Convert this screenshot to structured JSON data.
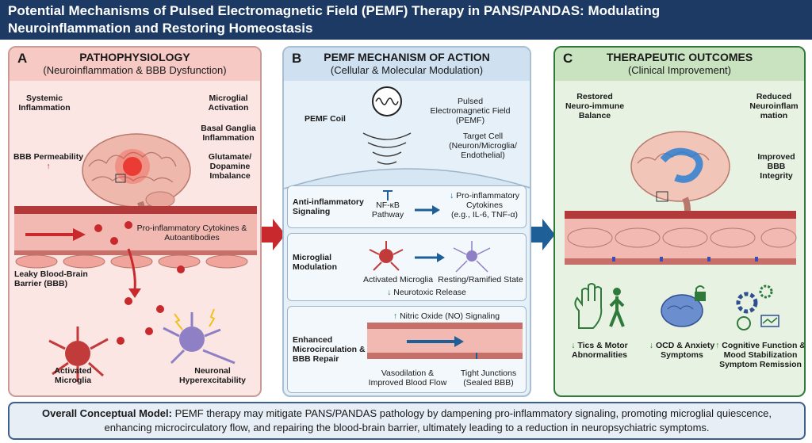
{
  "title_line1": "Potential Mechanisms of Pulsed Electromagnetic Field (PEMF) Therapy in PANS/PANDAS: Modulating",
  "title_line2": "Neuroinflammation and Restoring Homeostasis",
  "panel_a": {
    "letter": "A",
    "title": "PATHOPHYSIOLOGY",
    "subtitle": "(Neuroinflammation & BBB Dysfunction)",
    "systemic": "Systemic Inflammation",
    "microglial_activation": "Microglial Activation",
    "basal_ganglia": "Basal Ganglia Inflammation",
    "bbb_perm": "BBB Permeability",
    "up_arrow": "↑",
    "glutamate": "Glutamate/ Dopamine Imbalance",
    "cytokines": "Pro-inflammatory Cytokines & Autoantibodies",
    "leaky": "Leaky Blood-Brain Barrier (BBB)",
    "activated": "Activated Microglia",
    "neuronal": "Neuronal Hyperexcitability"
  },
  "panel_b": {
    "letter": "B",
    "title": "PEMF MECHANISM OF ACTION",
    "subtitle": "(Cellular & Molecular Modulation)",
    "coil": "PEMF Coil",
    "pemf": "Pulsed Electromagnetic Field (PEMF)",
    "target": "Target Cell",
    "target_sub": "(Neuron/Microglia/ Endothelial)",
    "anti": "Anti-inflammatory Signaling",
    "nfkb": "NF-κB Pathway",
    "down_arrow": "↓",
    "pro_cyt": "Pro-inflammatory Cytokines",
    "pro_cyt_eg": "(e.g., IL-6, TNF-α)",
    "microglial": "Microglial Modulation",
    "activated": "Activated Microglia",
    "resting": "Resting/Ramified State",
    "neurotoxic": "Neurotoxic Release",
    "enhanced": "Enhanced Microcirculation & BBB Repair",
    "nitric": "Nitric Oxide (NO) Signaling",
    "up_arrow": "↑",
    "vaso": "Vasodilation & Improved Blood Flow",
    "tight": "Tight Junctions (Sealed BBB)"
  },
  "panel_c": {
    "letter": "C",
    "title": "THERAPEUTIC OUTCOMES",
    "subtitle": "(Clinical Improvement)",
    "restored": "Restored Neuro-immune Balance",
    "reduced": "Reduced Neuroinflam mation",
    "improved": "Improved BBB Integrity",
    "down_arrow": "↓",
    "up_arrow": "↑",
    "tics": "Tics & Motor Abnormalities",
    "ocd": "OCD & Anxiety Symptoms",
    "cognitive": "Cognitive Function & Mood Stabilization Symptom Remission"
  },
  "footer": {
    "label": "Overall Conceptual Model:",
    "text": "PEMF therapy may mitigate PANS/PANDAS pathology by dampening pro-inflammatory signaling, promoting microglial quiescence, enhancing microcirculatory flow, and repairing the blood-brain barrier, ultimately leading to a reduction in neuropsychiatric symptoms."
  },
  "colors": {
    "header": "#1c3a63",
    "panel_a": "#fbe6e4",
    "panel_b": "#e6f0f8",
    "panel_c": "#e7f2e2",
    "red_arrow": "#c8292c",
    "blue_arrow": "#1f5f98"
  }
}
